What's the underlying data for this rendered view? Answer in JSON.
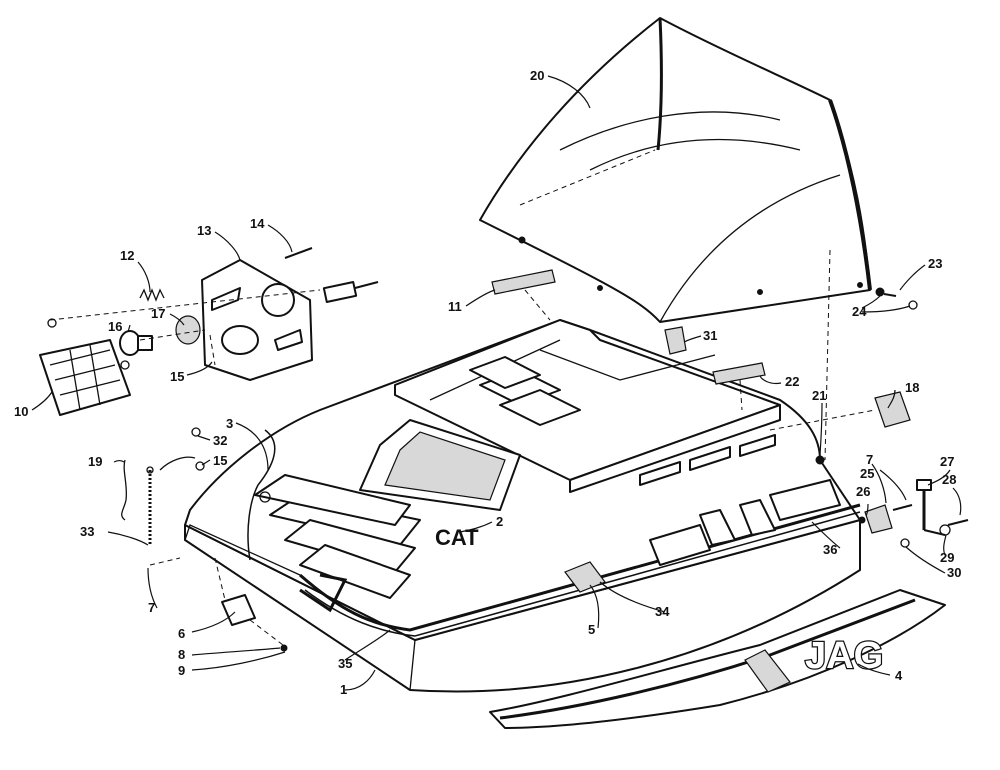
{
  "decals": {
    "side_logo": "JAG",
    "hood_logo": "CAT"
  },
  "callouts": [
    "1",
    "2",
    "3",
    "4",
    "5",
    "6",
    "7",
    "7",
    "8",
    "9",
    "10",
    "11",
    "12",
    "13",
    "14",
    "15",
    "15",
    "16",
    "17",
    "18",
    "19",
    "20",
    "21",
    "22",
    "23",
    "24",
    "25",
    "26",
    "27",
    "28",
    "29",
    "30",
    "31",
    "32",
    "33",
    "34",
    "35",
    "36"
  ]
}
